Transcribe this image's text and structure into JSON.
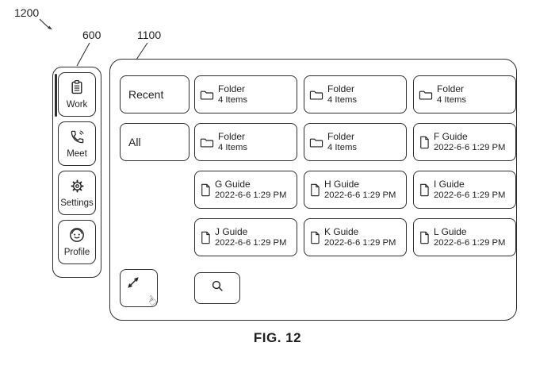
{
  "figure": {
    "caption": "FIG. 12",
    "refs": {
      "panel": "1200",
      "sidebar": "600",
      "content": "1100"
    }
  },
  "sidebar": {
    "items": [
      {
        "label": "Work",
        "icon": "clipboard-icon"
      },
      {
        "label": "Meet",
        "icon": "phone-icon"
      },
      {
        "label": "Settings",
        "icon": "gear-icon"
      },
      {
        "label": "Profile",
        "icon": "person-icon"
      }
    ]
  },
  "filters": {
    "recent": "Recent",
    "all": "All"
  },
  "cards": [
    {
      "kind": "folder",
      "title": "Folder",
      "subtitle": "4 Items"
    },
    {
      "kind": "folder",
      "title": "Folder",
      "subtitle": "4 Items"
    },
    {
      "kind": "folder",
      "title": "Folder",
      "subtitle": "4 Items"
    },
    {
      "kind": "folder",
      "title": "Folder",
      "subtitle": "4 Items"
    },
    {
      "kind": "folder",
      "title": "Folder",
      "subtitle": "4 Items"
    },
    {
      "kind": "file",
      "title": "F Guide",
      "subtitle": "2022-6-6 1:29 PM"
    },
    {
      "kind": "file",
      "title": "G Guide",
      "subtitle": "2022-6-6 1:29 PM"
    },
    {
      "kind": "file",
      "title": "H Guide",
      "subtitle": "2022-6-6 1:29 PM"
    },
    {
      "kind": "file",
      "title": "I Guide",
      "subtitle": "2022-6-6 1:29 PM"
    },
    {
      "kind": "file",
      "title": "J Guide",
      "subtitle": "2022-6-6 1:29 PM"
    },
    {
      "kind": "file",
      "title": "K Guide",
      "subtitle": "2022-6-6 1:29 PM"
    },
    {
      "kind": "file",
      "title": "L Guide",
      "subtitle": "2022-6-6 1:29 PM"
    }
  ],
  "tools": {
    "expand": "expand-icon",
    "search": "search-icon",
    "hand_glyph": "☝"
  },
  "colors": {
    "line": "#2e2e2e",
    "text": "#1f1f1f",
    "background": "#ffffff"
  }
}
